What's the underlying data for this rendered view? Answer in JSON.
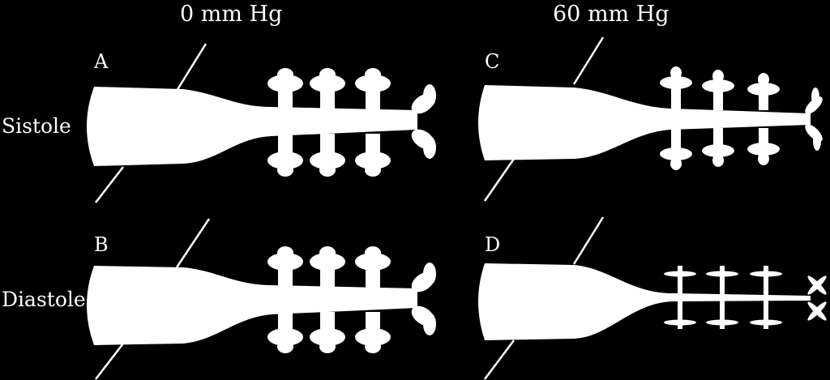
{
  "columns": {
    "left": "0 mm Hg",
    "right": "60 mm Hg"
  },
  "rows": {
    "top": "Sistole",
    "bottom": "Diastole"
  },
  "panels": {
    "a": "A",
    "b": "B",
    "c": "C",
    "d": "D"
  },
  "colors": {
    "background": "#000000",
    "foreground": "#ffffff"
  }
}
